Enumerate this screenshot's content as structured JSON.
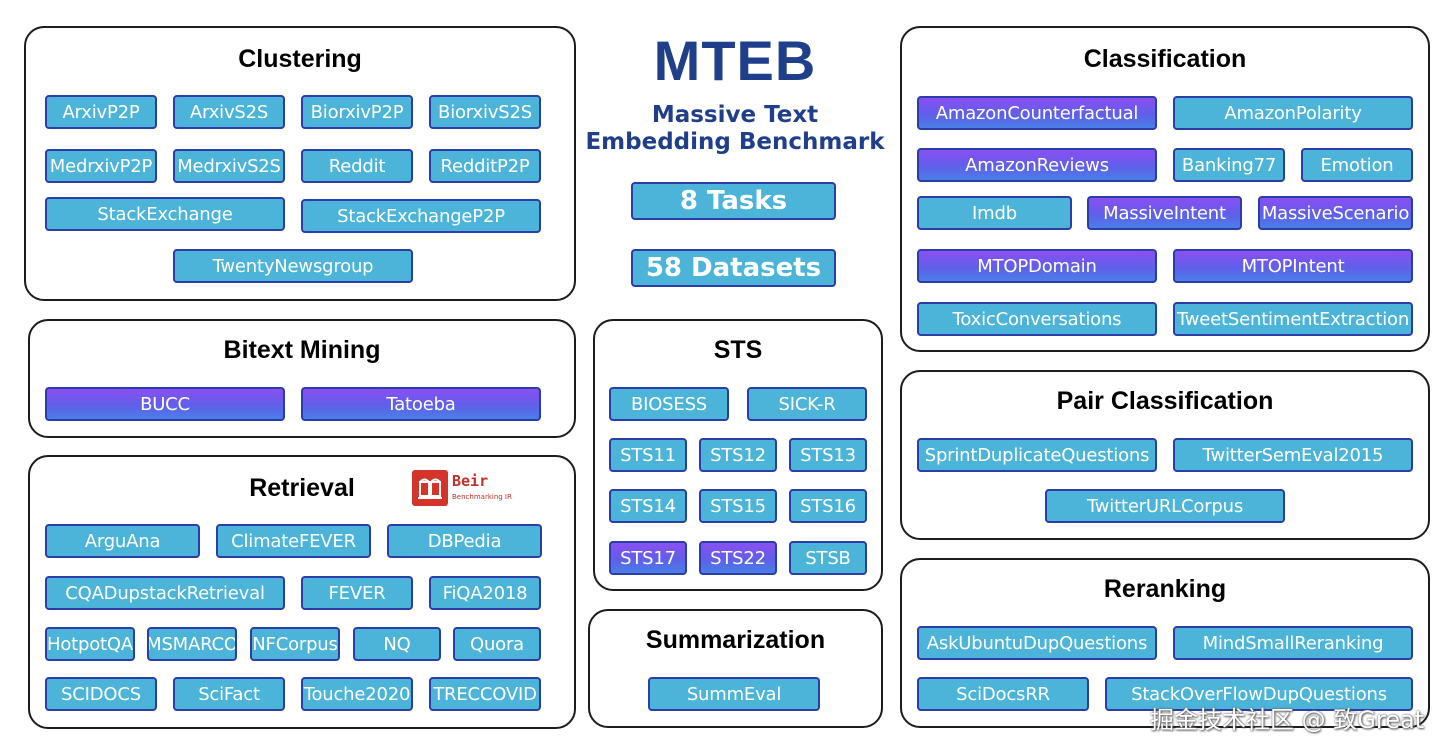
{
  "header": {
    "title": "MTEB",
    "subtitle_line1": "Massive Text",
    "subtitle_line2": "Embedding Benchmark",
    "tasks_label": "8 Tasks",
    "datasets_label": "58 Datasets"
  },
  "colors": {
    "chip_blue": "#4cb4d8",
    "chip_purple": "#7b55ee",
    "chip_border": "#2b3ea8",
    "title_navy": "#1f3f8a"
  },
  "clustering": {
    "title": "Clustering",
    "items": [
      "ArxivP2P",
      "ArxivS2S",
      "BiorxivP2P",
      "BiorxivS2S",
      "MedrxivP2P",
      "MedrxivS2S",
      "Reddit",
      "RedditP2P",
      "StackExchange",
      "StackExchangeP2P",
      "TwentyNewsgroup"
    ]
  },
  "bitext": {
    "title": "Bitext Mining",
    "items": [
      "BUCC",
      "Tatoeba"
    ]
  },
  "retrieval": {
    "title": "Retrieval",
    "logo_text": "Beir",
    "logo_sub": "Benchmarking IR",
    "items": [
      "ArguAna",
      "ClimateFEVER",
      "DBPedia",
      "CQADupstackRetrieval",
      "FEVER",
      "FiQA2018",
      "HotpotQA",
      "MSMARCO",
      "NFCorpus",
      "NQ",
      "Quora",
      "SCIDOCS",
      "SciFact",
      "Touche2020",
      "TRECCOVID"
    ]
  },
  "sts": {
    "title": "STS",
    "items": [
      "BIOSESS",
      "SICK-R",
      "STS11",
      "STS12",
      "STS13",
      "STS14",
      "STS15",
      "STS16",
      "STS17",
      "STS22",
      "STSB"
    ]
  },
  "summarization": {
    "title": "Summarization",
    "items": [
      "SummEval"
    ]
  },
  "classification": {
    "title": "Classification",
    "items": [
      "AmazonCounterfactual",
      "AmazonPolarity",
      "AmazonReviews",
      "Banking77",
      "Emotion",
      "Imdb",
      "MassiveIntent",
      "MassiveScenario",
      "MTOPDomain",
      "MTOPIntent",
      "ToxicConversations",
      "TweetSentimentExtraction"
    ]
  },
  "pair_classification": {
    "title": "Pair Classification",
    "items": [
      "SprintDuplicateQuestions",
      "TwitterSemEval2015",
      "TwitterURLCorpus"
    ]
  },
  "reranking": {
    "title": "Reranking",
    "items": [
      "AskUbuntuDupQuestions",
      "MindSmallReranking",
      "SciDocsRR",
      "StackOverFlowDupQuestions"
    ]
  },
  "watermark": "掘金技术社区 @ 致Great"
}
